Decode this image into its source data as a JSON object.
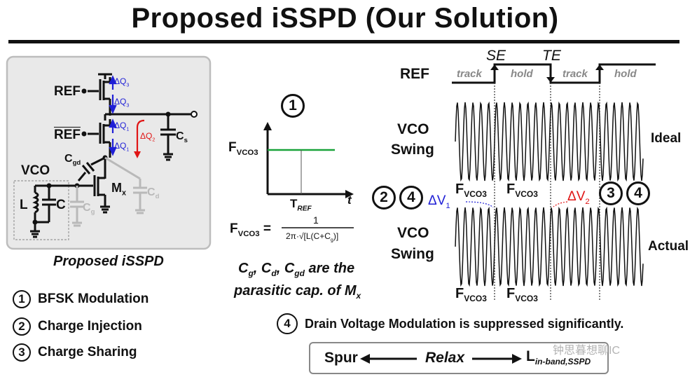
{
  "title": "Proposed iSSPD (Our Solution)",
  "circuit": {
    "caption": "Proposed iSSPD",
    "ref_label": "REF",
    "refb_label": "REF",
    "vco_label": "VCO",
    "dq3_top": "ΔQ",
    "dq3_top_sub": "3",
    "dq3_bot": "ΔQ",
    "dq3_bot_sub": "3",
    "dq1_top": "ΔQ",
    "dq1_top_sub": "1",
    "dq1_bot": "ΔQ",
    "dq1_bot_sub": "1",
    "dq2": "ΔQ",
    "dq2_sub": "2",
    "cs": "C",
    "cs_sub": "s",
    "cgd": "C",
    "cgd_sub": "gd",
    "mx": "M",
    "mx_sub": "x",
    "cd": "C",
    "cd_sub": "d",
    "cg": "C",
    "cg_sub": "g",
    "l": "L",
    "c": "C"
  },
  "legend": [
    {
      "num": "1",
      "text": "BFSK Modulation"
    },
    {
      "num": "2",
      "text": "Charge Injection"
    },
    {
      "num": "3",
      "text": "Charge Sharing"
    }
  ],
  "step_plot": {
    "marker": "1",
    "ylabel": "F",
    "ylabel_sub": "VCO3",
    "xtick": "T",
    "xtick_sub": "REF",
    "xlabel": "t"
  },
  "formula": {
    "lhs": "F",
    "lhs_sub": "VCO3",
    "eq": "=",
    "num": "1",
    "den_prefix": "2π·√[L(C+C",
    "den_sub": "g",
    "den_suffix": ")]"
  },
  "parasitic_note": {
    "line1_a": "C",
    "line1_a_sub": "g",
    "line1_b": ", C",
    "line1_b_sub": "d",
    "line1_c": ", C",
    "line1_c_sub": "gd",
    "line1_d": " are the",
    "line2": "parasitic cap. of M",
    "line2_sub": "x"
  },
  "timing": {
    "ref_label": "REF",
    "se_label": "SE",
    "te_label": "TE",
    "track1": "track",
    "hold1": "hold",
    "track2": "track",
    "hold2": "hold",
    "vco_ideal_label1": "VCO",
    "vco_ideal_label2": "Swing",
    "ideal": "Ideal",
    "vco_actual_label1": "VCO",
    "vco_actual_label2": "Swing",
    "actual": "Actual",
    "fvco_1": "F",
    "fvco_2": "F",
    "fvco_3": "F",
    "fvco_4": "F",
    "fvco_sub": "VCO3",
    "dv1": "ΔV",
    "dv1_sub": "1",
    "dv2": "ΔV",
    "dv2_sub": "2",
    "m2": "2",
    "m4a": "4",
    "m3": "3",
    "m4b": "4"
  },
  "note4": {
    "num": "4",
    "text": "Drain Voltage Modulation is suppressed significantly."
  },
  "bottom": {
    "spur": "Spur",
    "relax": "Relax",
    "l": "L",
    "l_sub": "in-band,SSPD"
  },
  "watermark": "钟思暮想聊IC",
  "colors": {
    "accent_blue": "#1f1fd6",
    "accent_red": "#e01515",
    "green": "#1aa33a",
    "panel": "#e9e9e9"
  }
}
